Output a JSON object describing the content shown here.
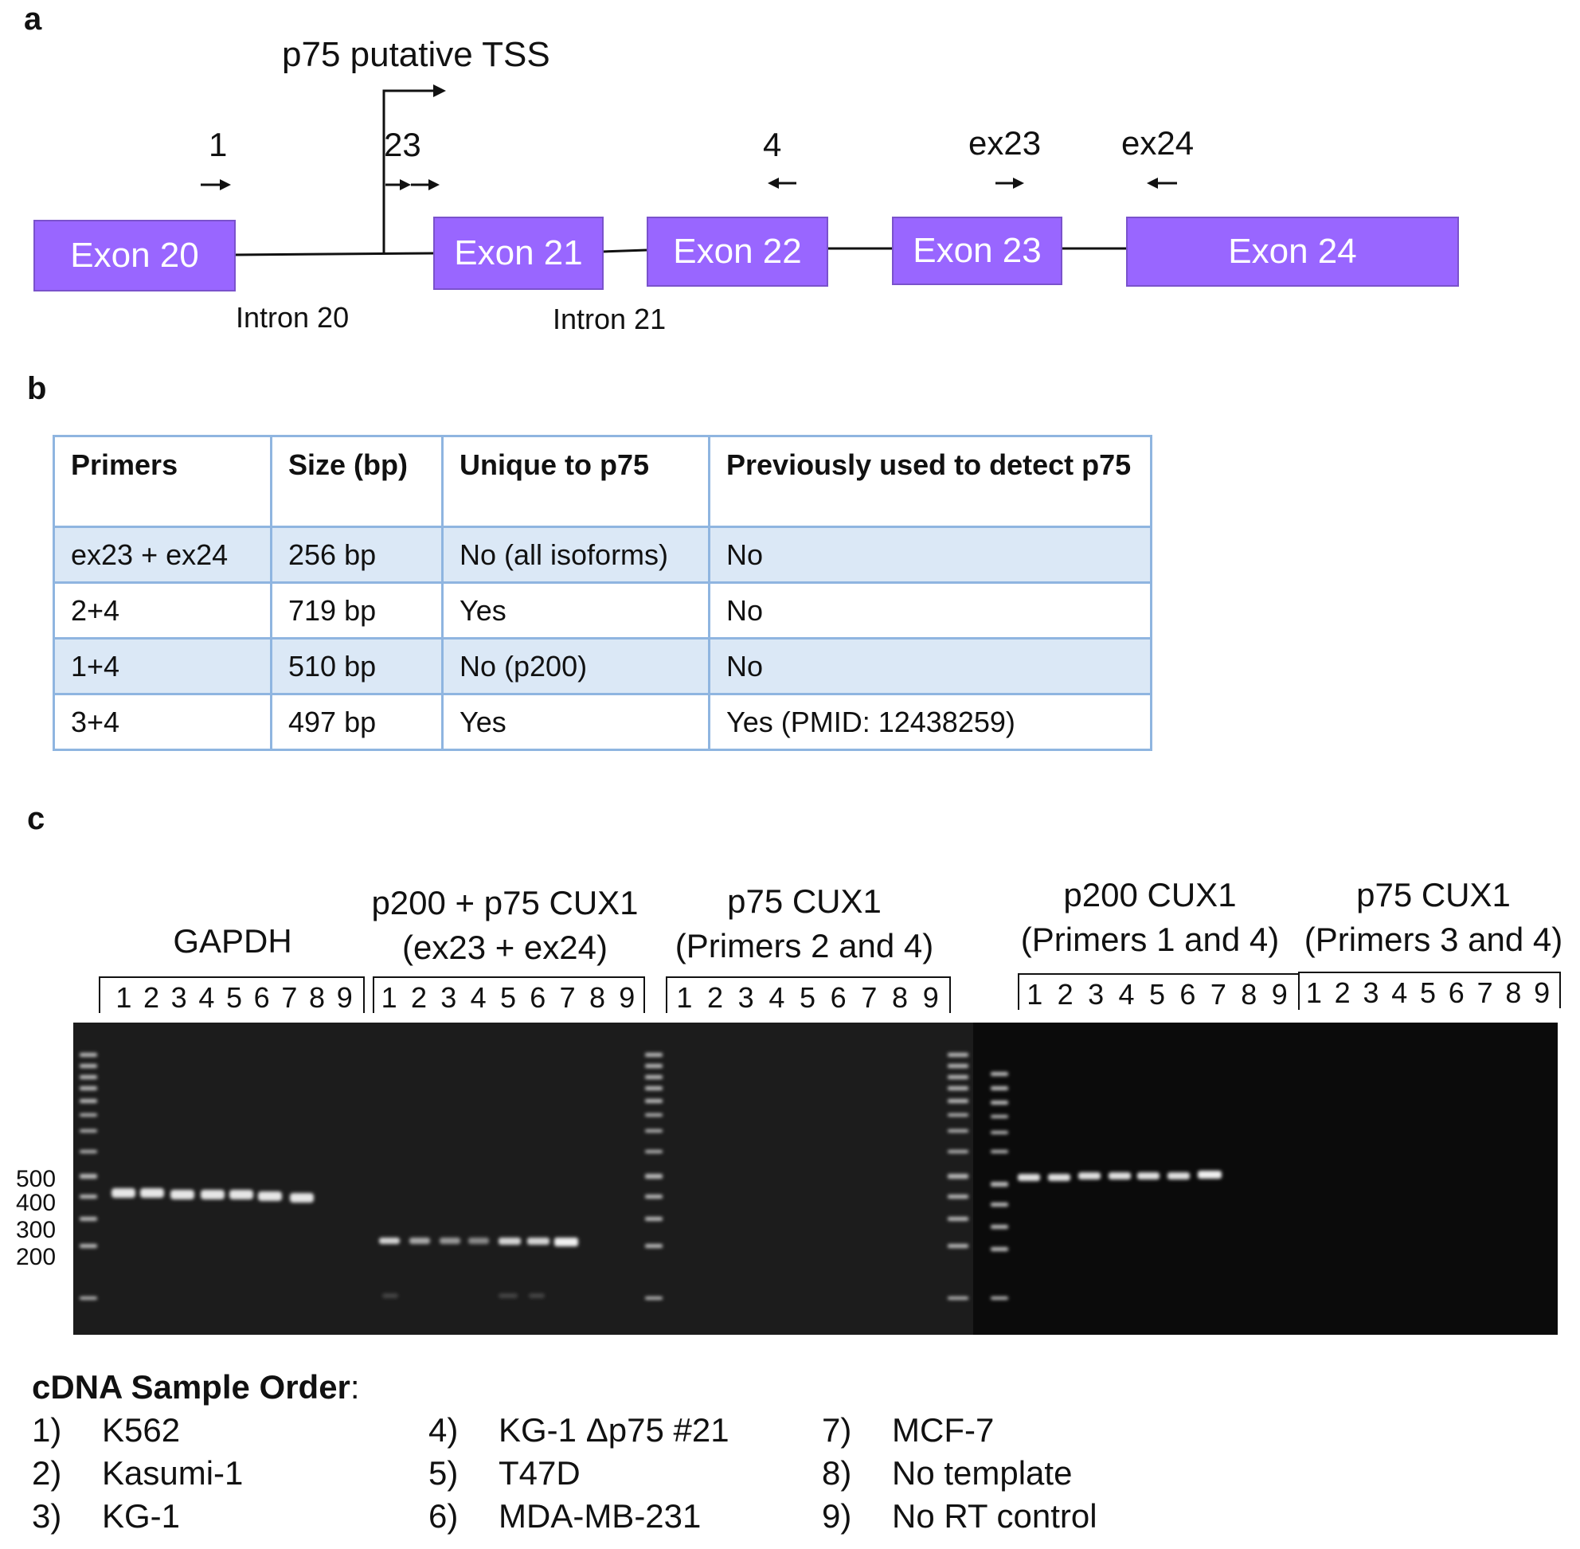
{
  "panels": {
    "a": "a",
    "b": "b",
    "c": "c"
  },
  "panel_a": {
    "tss_label": "p75 putative TSS",
    "exons": [
      "Exon 20",
      "Exon 21",
      "Exon 22",
      "Exon 23",
      "Exon 24"
    ],
    "introns": [
      "Intron  20",
      "Intron  21"
    ],
    "primers": [
      "1",
      "23",
      "4",
      "ex23",
      "ex24"
    ]
  },
  "panel_b": {
    "headers": [
      "Primers",
      "Size (bp)",
      "Unique to p75",
      "Previously used to detect p75"
    ],
    "rows": [
      [
        "ex23 + ex24",
        "256 bp",
        "No (all isoforms)",
        "No"
      ],
      [
        "2+4",
        "719 bp",
        "Yes",
        "No"
      ],
      [
        "1+4",
        "510 bp",
        "No (p200)",
        "No"
      ],
      [
        "3+4",
        "497 bp",
        "Yes",
        "Yes (PMID:  12438259)"
      ]
    ]
  },
  "panel_c": {
    "gel_titles": [
      [
        "GAPDH"
      ],
      [
        "p200 + p75 CUX1",
        "(ex23 + ex24)"
      ],
      [
        "p75 CUX1",
        "(Primers 2 and 4)"
      ],
      [
        "p200 CUX1",
        "(Primers 1 and 4)"
      ],
      [
        "p75 CUX1",
        "(Primers 3 and 4)"
      ]
    ],
    "lanes": [
      "1",
      "2",
      "3",
      "4",
      "5",
      "6",
      "7",
      "8",
      "9"
    ],
    "markers": [
      "500",
      "400",
      "300",
      "200"
    ],
    "legend_title": "cDNA Sample Order",
    "legend_colon": ":",
    "samples": [
      {
        "num": "1)",
        "name": "K562"
      },
      {
        "num": "2)",
        "name": "Kasumi-1"
      },
      {
        "num": "3)",
        "name": "KG-1"
      },
      {
        "num": "4)",
        "name": "KG-1 Δp75 #21"
      },
      {
        "num": "5)",
        "name": "T47D"
      },
      {
        "num": "6)",
        "name": "MDA-MB-231"
      },
      {
        "num": "7)",
        "name": "MCF-7"
      },
      {
        "num": "8)",
        "name": "No template"
      },
      {
        "num": "9)",
        "name": "No RT control"
      }
    ]
  }
}
